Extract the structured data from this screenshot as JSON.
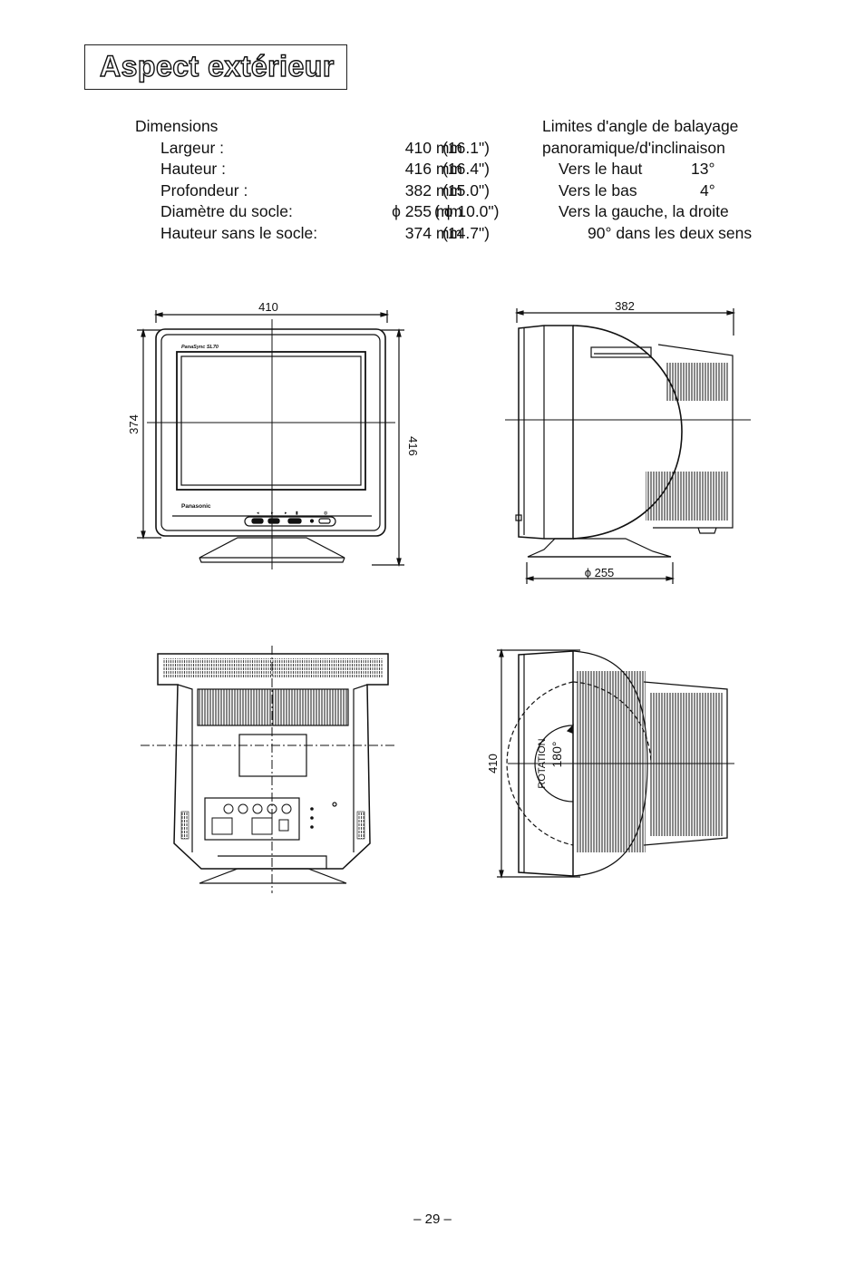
{
  "title": "Aspect extérieur",
  "dimensions": {
    "heading": "Dimensions",
    "rows": [
      {
        "label": "Largeur :",
        "mm": "410 mm",
        "inch": "(16.1\")"
      },
      {
        "label": "Hauteur :",
        "mm": "416 mm",
        "inch": "(16.4\")"
      },
      {
        "label": "Profondeur :",
        "mm": "382 mm",
        "inch": "(15.0\")"
      },
      {
        "label": "Diamètre du socle:",
        "mm": "ϕ 255 mm",
        "inch": "( ϕ 10.0\")"
      },
      {
        "label": "Hauteur sans le socle:",
        "mm": "374 mm",
        "inch": "(14.7\")"
      }
    ]
  },
  "angles": {
    "heading_line1": "Limites d'angle de balayage",
    "heading_line2": "panoramique/d'inclinaison",
    "up_label": "Vers le haut",
    "up_value": "13°",
    "down_label": "Vers le bas",
    "down_value": "4°",
    "side_label": "Vers la gauche, la droite",
    "side_value": "90° dans les deux sens"
  },
  "diagram": {
    "front_width": "410",
    "front_height_no_stand": "374",
    "front_height_total": "416",
    "front_model": "PanaSync SL70",
    "front_brand": "Panasonic",
    "side_depth": "382",
    "side_base": "ϕ 255",
    "top_width": "410",
    "rotation_label": "ROTATION",
    "rotation_value": "180°"
  },
  "page_number": "– 29 –"
}
